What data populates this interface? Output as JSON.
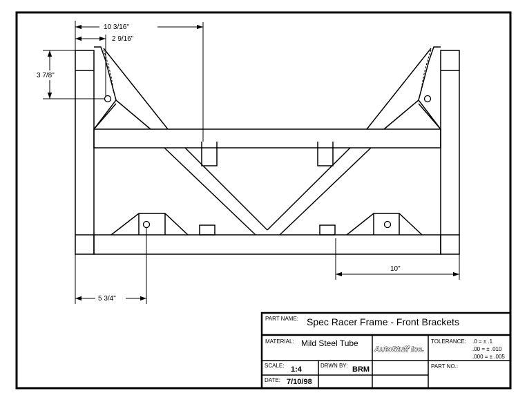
{
  "dimensions": {
    "overall_width": "10 3/16\"",
    "bracket_offset": "2 9/16\"",
    "bracket_height": "3 7/8\"",
    "lower_left_hole": "5 3/4\"",
    "lower_right_span": "10\""
  },
  "title_block": {
    "part_name_label": "PART NAME:",
    "part_name": "Spec Racer Frame - Front Brackets",
    "material_label": "MATERIAL:",
    "material": "Mild Steel Tube",
    "company": "AutoStuff Inc.",
    "tolerance_label": "TOLERANCE:",
    "tolerance_1": ".0 = ± .1",
    "tolerance_2": ".00 = ± .010",
    "tolerance_3": ".000 = ± .005",
    "scale_label": "SCALE:",
    "scale": "1:4",
    "drawn_by_label": "DRWN BY:",
    "drawn_by": "BRM",
    "part_no_label": "PART NO.:",
    "date_label": "DATE:",
    "date": "7/10/98"
  }
}
